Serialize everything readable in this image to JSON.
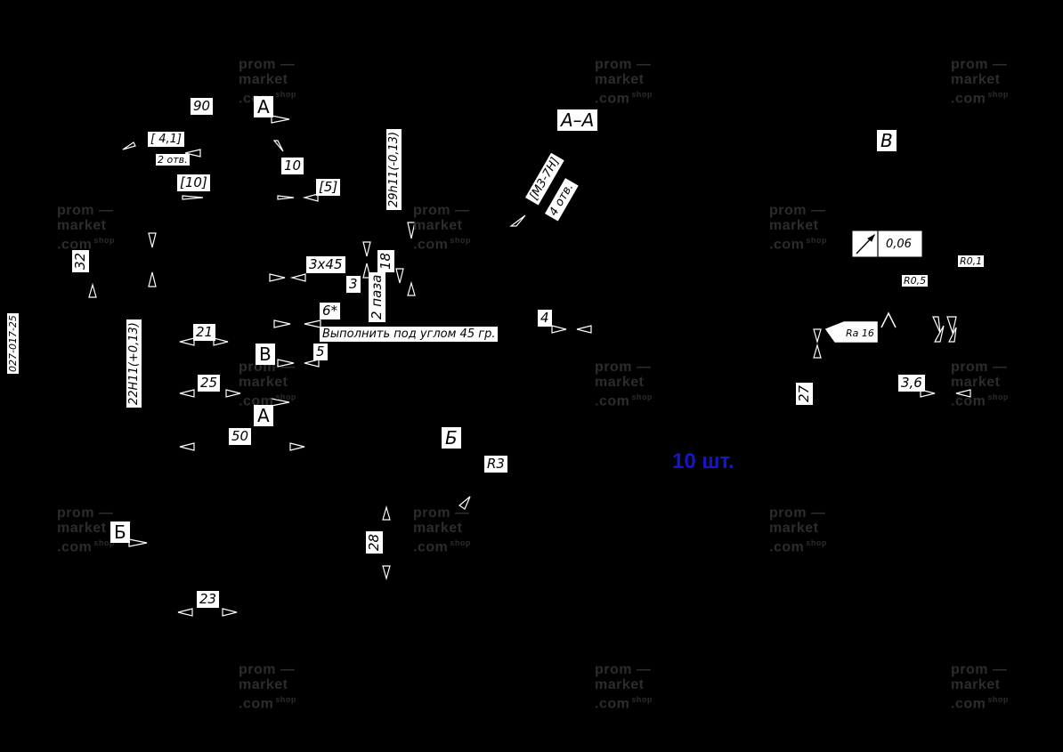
{
  "watermark": {
    "line1": "prom —",
    "line2": "market",
    "line3": ".com",
    "shop": "shop"
  },
  "doc_code": "027-017-25",
  "dims": {
    "d90": "90",
    "section_a_top": "А",
    "d4_1": "[ 4,1]",
    "two_holes": "2 отв.",
    "d10": "10",
    "d10b": "[10]",
    "d5b": "[5]",
    "d32": "32",
    "d29h11": "29h11(-0,13)",
    "m3": "[M3-7H]",
    "four_holes": "4 отв.",
    "section_title": "А–А",
    "d3x45": "3x45",
    "d18": "18",
    "d3": "3",
    "two_grooves": "2 паза",
    "d6star": "6*",
    "note_angle": "Выполнить под углом  45 гр.",
    "d21": "21",
    "d22h11": "22H11(+0,13)",
    "view_v": "В",
    "d5": "5",
    "d25": "25",
    "section_a_bottom": "А",
    "d50": "50",
    "d4": "4",
    "view_b": "Б",
    "r3": "R3",
    "d28": "28",
    "b_letter": "Б",
    "d23": "23",
    "view_v_title": "В",
    "runout": "0,06",
    "r01": "R0,1",
    "r05": "R0,5",
    "ra16": "Ra 16",
    "d27": "27",
    "d3_6": "3,6"
  },
  "quantity": "10 шт."
}
